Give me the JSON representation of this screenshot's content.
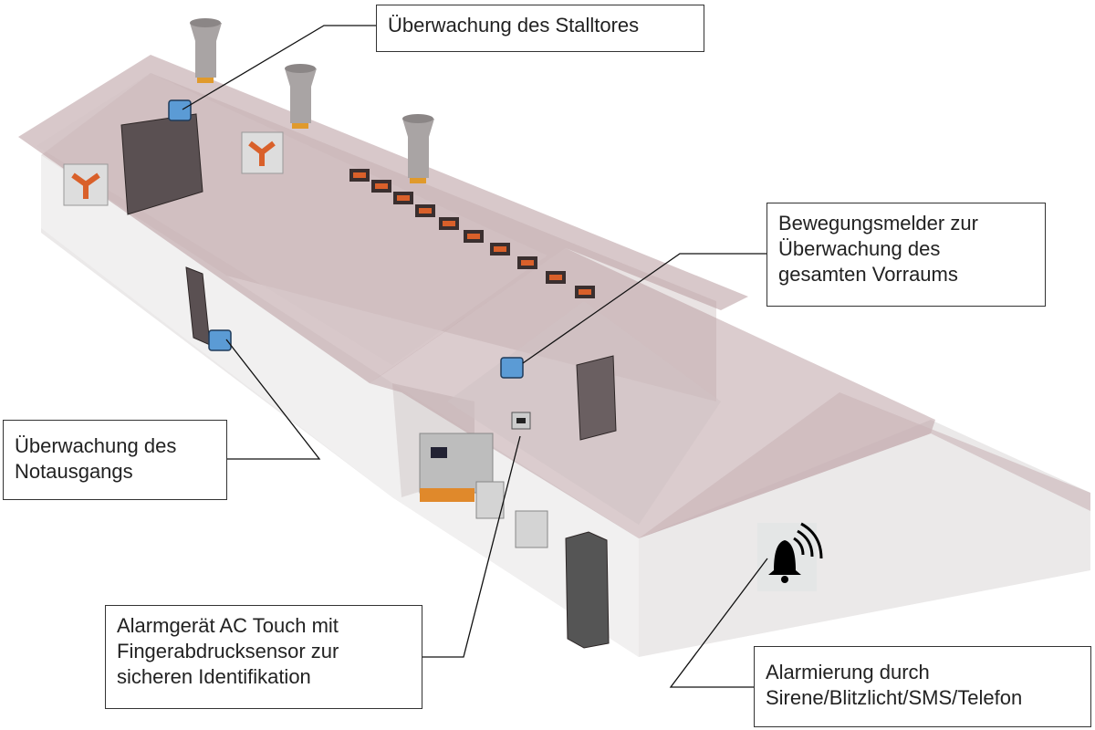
{
  "title": "Stallüberwachung – Alarmsystem",
  "callouts": {
    "stalltor": {
      "lines": [
        "Überwachung des Stalltores"
      ]
    },
    "bewegungsmelder": {
      "lines": [
        "Bewegungsmelder zur",
        "Überwachung des",
        "gesamten Vorraums"
      ]
    },
    "notausgang": {
      "lines": [
        "Überwachung des",
        "Notausgangs"
      ]
    },
    "alarmgeraet": {
      "lines": [
        "Alarmgerät AC Touch mit",
        "Fingerabdrucksensor zur",
        "sicheren Identifikation"
      ]
    },
    "alarmierung": {
      "lines": [
        "Alarmierung durch",
        "Sirene/Blitzlicht/SMS/Telefon"
      ]
    }
  },
  "colors": {
    "roof": "#b89a9e",
    "sensor": "#5b9bd5",
    "heater": "#d9602a",
    "door": "#5a5052",
    "wall": "#e6e3e3"
  },
  "icons": {
    "siren": "bell-icon",
    "sensor": "sensor-icon"
  }
}
